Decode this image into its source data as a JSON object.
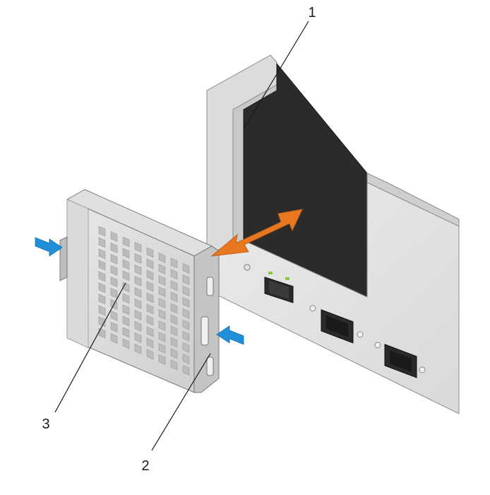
{
  "callouts": [
    {
      "number": "1"
    },
    {
      "number": "2"
    },
    {
      "number": "3"
    }
  ],
  "colors": {
    "arrow_insert": "#e87722",
    "press_arrows": "#1e8fd8",
    "chassis_panel": "#e6e6e6",
    "bay_interior": "#2b2b2b",
    "module_body": "#d4d4d4"
  }
}
